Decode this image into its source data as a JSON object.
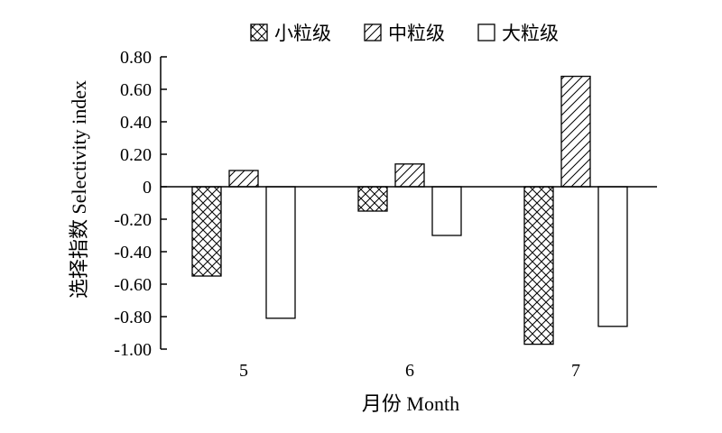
{
  "chart_data": {
    "type": "bar",
    "categories": [
      "5",
      "6",
      "7"
    ],
    "series": [
      {
        "name": "小粒级",
        "values": [
          -0.55,
          -0.15,
          -0.97
        ],
        "pattern": "crosshatch"
      },
      {
        "name": "中粒级",
        "values": [
          0.1,
          0.14,
          0.68
        ],
        "pattern": "diagonal"
      },
      {
        "name": "大粒级",
        "values": [
          -0.81,
          -0.3,
          -0.86
        ],
        "pattern": "none"
      }
    ],
    "title": "",
    "xlabel": "月份 Month",
    "ylabel": "选择指数 Selectivity index",
    "ylim": [
      -1.0,
      0.8
    ],
    "yticks": [
      0.8,
      0.6,
      0.4,
      0.2,
      0,
      -0.2,
      -0.4,
      -0.6,
      -0.8,
      -1.0
    ],
    "ytick_labels": [
      "0.80",
      "0.60",
      "0.40",
      "0.20",
      "0",
      "-0.20",
      "-0.40",
      "-0.60",
      "-0.80",
      "-1.00"
    ],
    "grid": false,
    "legend_position": "top"
  }
}
